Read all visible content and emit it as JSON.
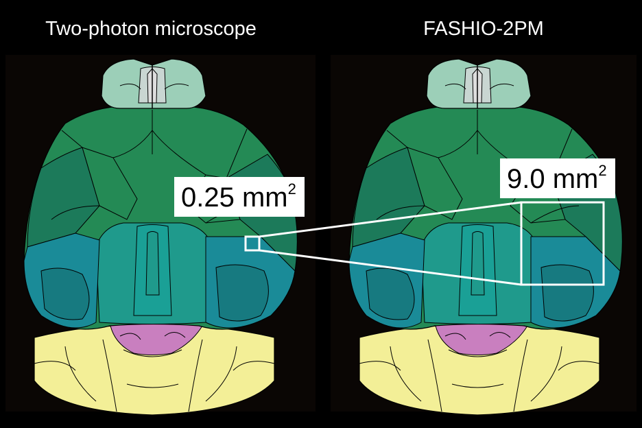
{
  "titles": {
    "left": "Two-photon microscope",
    "right": "FASHIO-2PM"
  },
  "labels": {
    "left": {
      "value": "0.25 mm",
      "exponent": "2"
    },
    "right": {
      "value": "9.0 mm",
      "exponent": "2"
    }
  },
  "colors": {
    "background": "#000000",
    "panel": "#0a0604",
    "olfactory": "#9ccfb8",
    "cortex_green": "#248a55",
    "cortex_dark": "#1c7a5a",
    "cortex_teal": "#1f9a8c",
    "visual_blue": "#1a8b98",
    "visual_dark": "#177a80",
    "midbrain_pink": "#c97fbf",
    "cerebellum_yellow": "#f3ef97",
    "outline": "#000000",
    "fov_box": "#ffffff"
  }
}
